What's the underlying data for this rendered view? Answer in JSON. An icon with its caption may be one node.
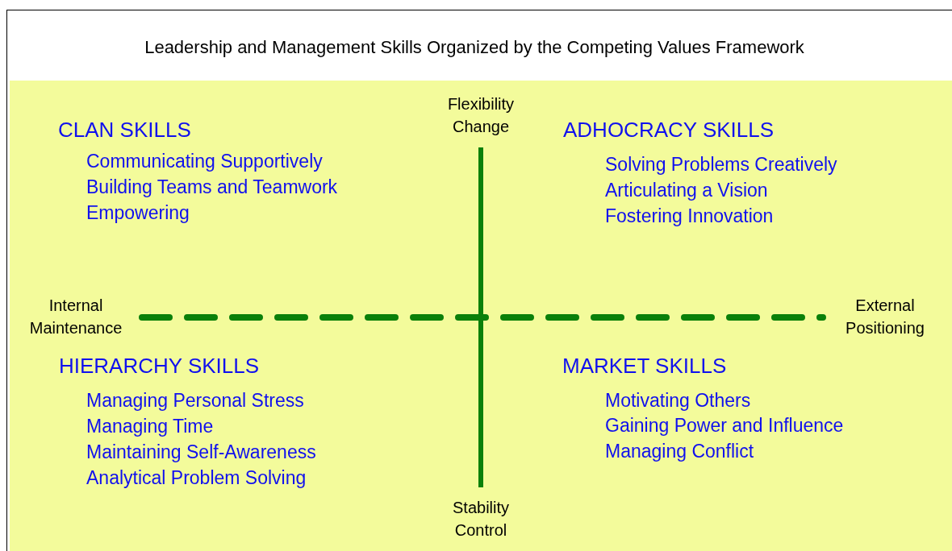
{
  "diagram": {
    "title": "Leadership and Management Skills Organized by the Competing Values Framework",
    "labels": [
      "Flexibility Change",
      "CLAN SKILLS",
      "Communicating Supportively",
      "Building Teams and Teamwork",
      "Empowering",
      "ADHOCRACY SKILLS",
      "Solving Problems Creatively",
      "Articulating a Vision",
      "Fostering Innovation",
      "Internal Maintenance",
      "External Positioning",
      "HIERARCHY SKILLS",
      "Managing Personal Stress",
      "Managing Time",
      "Maintaining Self-Awareness",
      "Analytical Problem Solving",
      "MARKET SKILLS",
      "Motivating Others",
      "Gaining Power and Influence",
      "Managing Conflict",
      "Stability Control"
    ]
  }
}
